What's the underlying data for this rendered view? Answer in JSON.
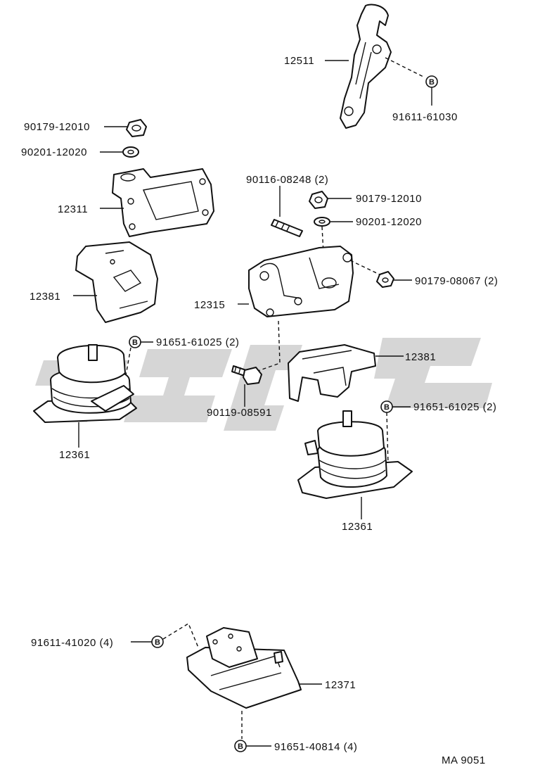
{
  "diagram_id": "MA 9051",
  "labels": {
    "p12511": "12511",
    "p91611_61030": "91611-61030",
    "p90179_12010_a": "90179-12010",
    "p90201_12020_a": "90201-12020",
    "p12311": "12311",
    "p90116_08248": "90116-08248 (2)",
    "p90179_12010_b": "90179-12010",
    "p90201_12020_b": "90201-12020",
    "p12381_a": "12381",
    "p12315": "12315",
    "p90179_08067": "90179-08067 (2)",
    "p91651_61025_a": "91651-61025 (2)",
    "p12381_b": "12381",
    "p90119_08591": "90119-08591",
    "p91651_61025_b": "91651-61025 (2)",
    "p12361_a": "12361",
    "p12361_b": "12361",
    "p91611_41020": "91611-41020 (4)",
    "p12371": "12371",
    "p91651_40814": "91651-40814 (4)"
  },
  "callout_letter": "B",
  "colors": {
    "line": "#111111",
    "watermark": "#d6d6d6",
    "background": "#ffffff"
  }
}
